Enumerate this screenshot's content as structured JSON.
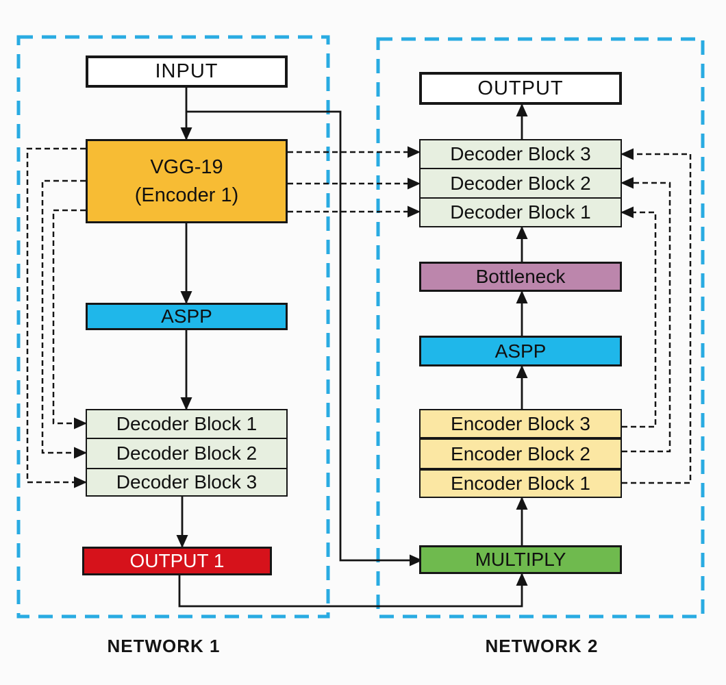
{
  "network1": {
    "label": "NETWORK 1",
    "nodes": {
      "input": "INPUT",
      "vgg_line1": "VGG-19",
      "vgg_line2": "(Encoder 1)",
      "aspp": "ASPP",
      "decoder_block_1": "Decoder Block 1",
      "decoder_block_2": "Decoder Block 2",
      "decoder_block_3": "Decoder Block 3",
      "output1": "OUTPUT 1"
    }
  },
  "network2": {
    "label": "NETWORK 2",
    "nodes": {
      "output": "OUTPUT",
      "decoder_block_3": "Decoder Block 3",
      "decoder_block_2": "Decoder Block 2",
      "decoder_block_1": "Decoder Block 1",
      "bottleneck": "Bottleneck",
      "aspp": "ASPP",
      "encoder_block_3": "Encoder Block 3",
      "encoder_block_2": "Encoder Block 2",
      "encoder_block_1": "Encoder Block 1",
      "multiply": "MULTIPLY"
    }
  },
  "colors": {
    "network_border": "#29ABE2",
    "io_fill": "#FFFFFF",
    "vgg_fill": "#F7BC34",
    "aspp_fill": "#1FB7EA",
    "decoder_fill": "#E7EFE0",
    "encoder_fill": "#FBE7A3",
    "bottleneck_fill": "#BC86AC",
    "multiply_fill": "#6FBA4E",
    "output1_fill": "#D6121B",
    "output1_text": "#FFFFFF",
    "line_color": "#141414"
  }
}
